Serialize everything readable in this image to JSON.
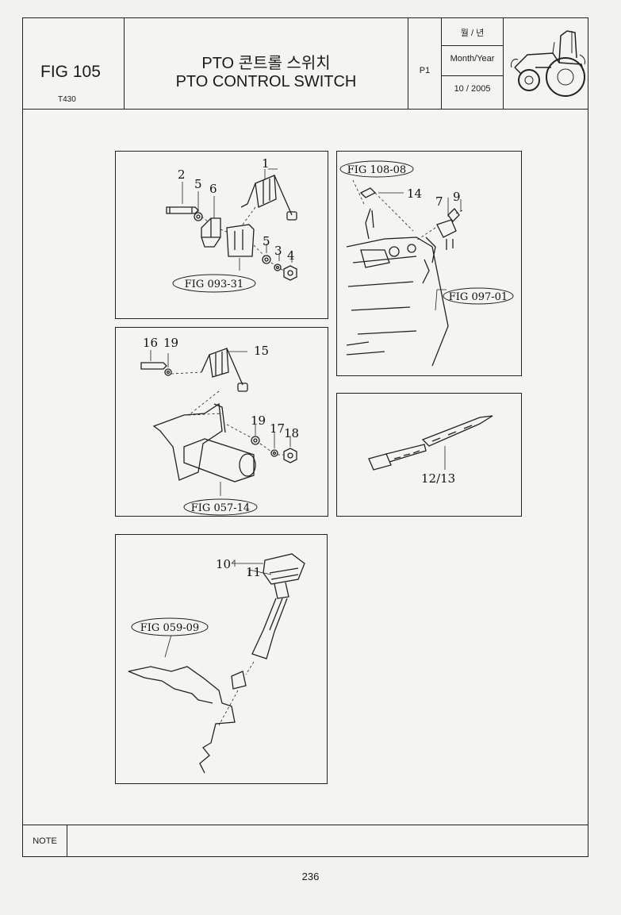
{
  "header": {
    "fig_label": "FIG 105",
    "model": "T430",
    "title_korean": "PTO 콘트롤 스위치",
    "title_english": "PTO CONTROL SWITCH",
    "page_code": "P1",
    "date_korean": "월 / 년",
    "date_label": "Month/Year",
    "date_value": "10 / 2005"
  },
  "panels": {
    "a": {
      "items": [
        "1",
        "2",
        "5",
        "6",
        "5",
        "3",
        "4"
      ],
      "ref": "FIG 093-31"
    },
    "b": {
      "items": [
        "14",
        "7",
        "9"
      ],
      "ref_top": "FIG 108-08",
      "ref": "FIG 097-01"
    },
    "c": {
      "items": [
        "16",
        "19",
        "15",
        "19",
        "17",
        "18"
      ],
      "ref": "FIG 057-14"
    },
    "d": {
      "items": [
        "12/13"
      ]
    },
    "e": {
      "items": [
        "10",
        "11"
      ],
      "ref": "FIG 059-09"
    }
  },
  "note_label": "NOTE",
  "page_number": "236"
}
